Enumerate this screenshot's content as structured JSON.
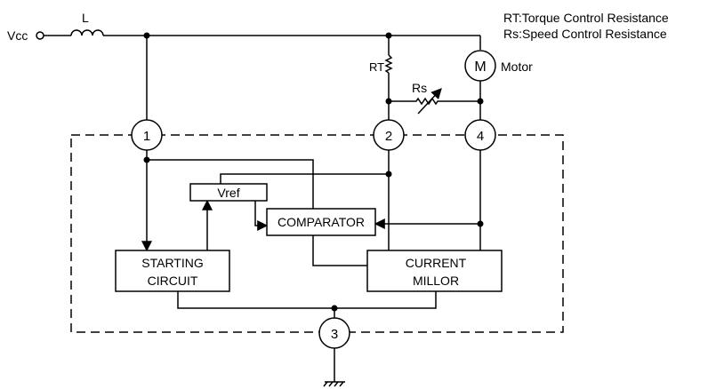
{
  "legend": {
    "rt_line": "RT:Torque Control Resistance",
    "rs_line": "Rs:Speed Control Resistance"
  },
  "labels": {
    "vcc": "Vcc",
    "inductor": "L",
    "rt": "RT",
    "rs": "Rs",
    "motor_symbol": "M",
    "motor": "Motor"
  },
  "pins": [
    "1",
    "2",
    "3",
    "4"
  ],
  "blocks": {
    "vref": "Vref",
    "comparator": "COMPARATOR",
    "starting_line1": "STARTING",
    "starting_line2": "CIRCUIT",
    "current_line1": "CURRENT",
    "current_line2": "MILLOR"
  }
}
